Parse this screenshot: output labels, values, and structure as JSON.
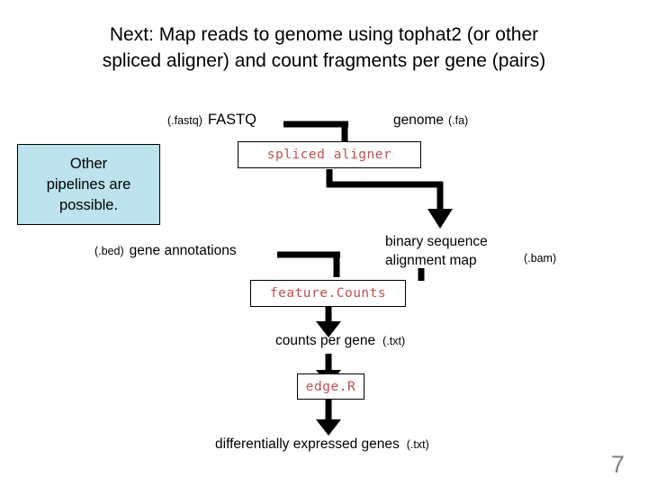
{
  "slide": {
    "title_line1": "Next: Map reads to genome using tophat2 (or other",
    "title_line2": "spliced aligner) and count fragments per gene (pairs)",
    "page_number": "7"
  },
  "diagram": {
    "fastq_ext": "(.fastq)",
    "fastq_label": "FASTQ",
    "genome_label": "genome",
    "genome_ext": "(.fa)",
    "spliced_aligner": "spliced aligner",
    "other_pipelines_line1": "Other",
    "other_pipelines_line2": "pipelines are",
    "other_pipelines_line3": "possible.",
    "bed_ext": "(.bed)",
    "gene_annotations": "gene annotations",
    "bam_line1": "binary sequence",
    "bam_line2": "alignment map",
    "bam_ext": "(.bam)",
    "feature_counts": "feature.Counts",
    "counts_per_gene": "counts per gene",
    "counts_ext": "(.txt)",
    "edger": "edge.R",
    "deg_label": "differentially expressed genes",
    "deg_ext": "(.txt)"
  },
  "colors": {
    "mono_text": "#C0504D",
    "blue_box": "#BDE3EE",
    "page_num": "#808080",
    "line": "#000000"
  }
}
